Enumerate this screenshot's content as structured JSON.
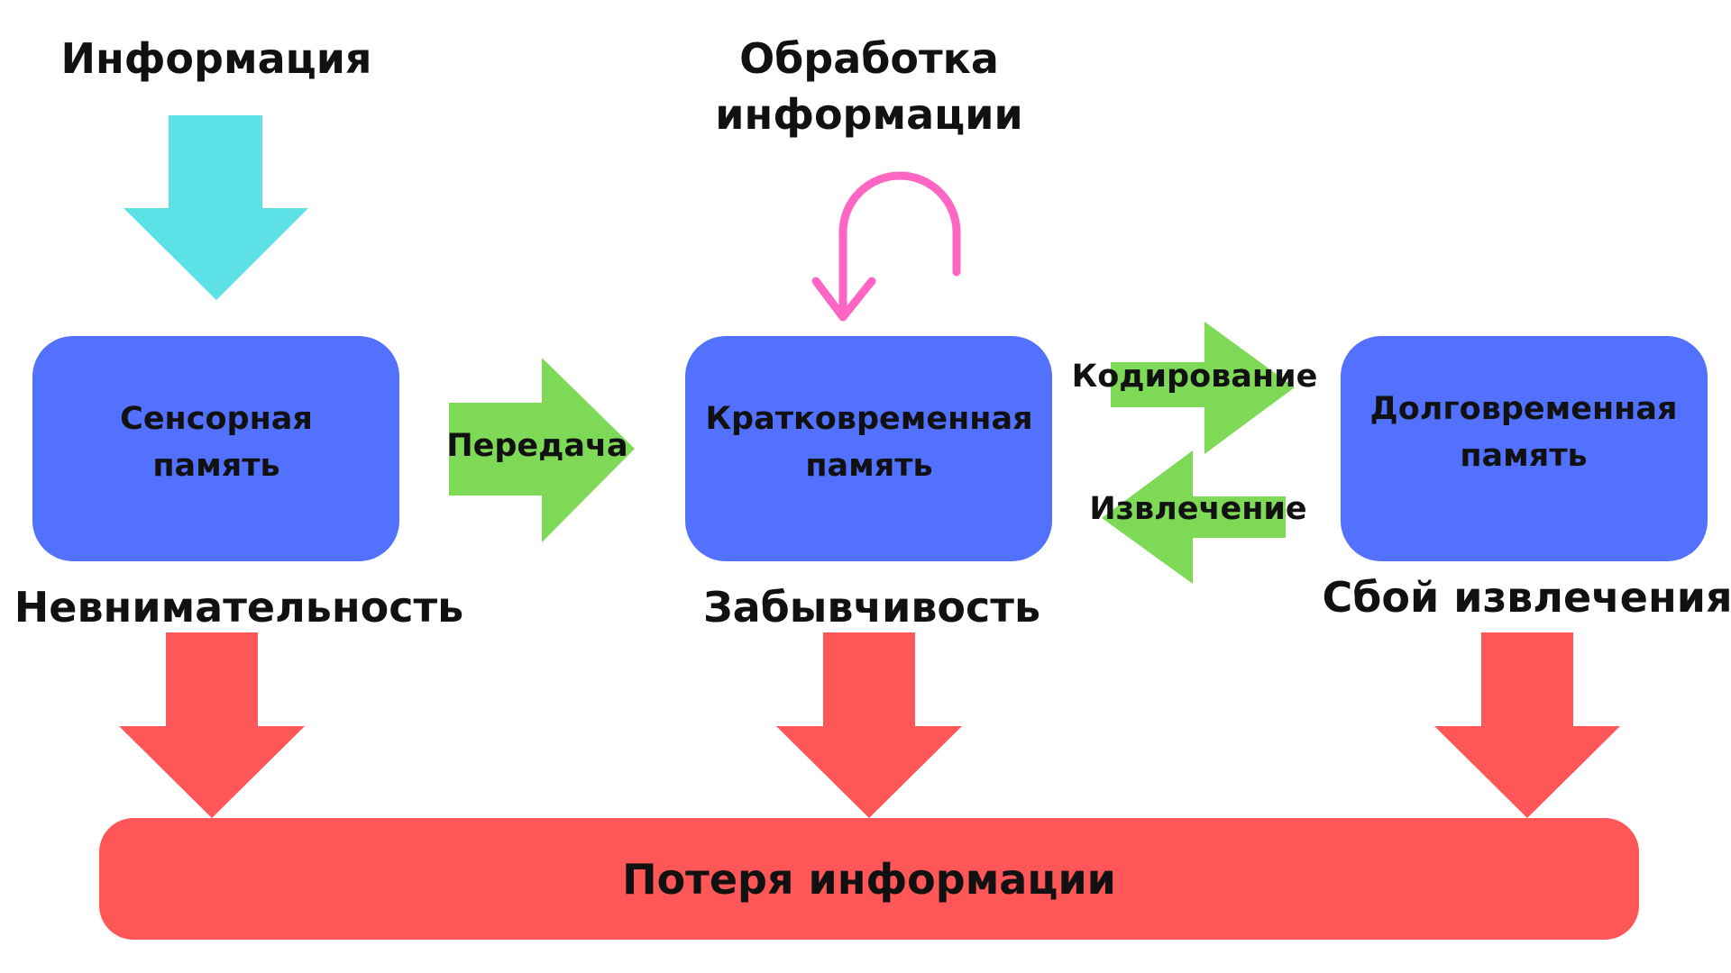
{
  "colors": {
    "box_blue": "#5271ff",
    "input_arrow_cyan": "#5ce1e6",
    "flow_arrow_green": "#7ed957",
    "loss_red": "#ff5757",
    "loop_pink": "#ff66c4",
    "text": "#111111"
  },
  "labels": {
    "input": "Информация",
    "processing_line1": "Обработка",
    "processing_line2": "информации",
    "transfer": "Передача",
    "encoding": "Кодирование",
    "retrieval": "Извлечение",
    "inattention": "Невнимательность",
    "forgetting": "Забывчивость",
    "retrieval_failure": "Сбой извлечения",
    "information_loss": "Потеря информации"
  },
  "boxes": {
    "sensory": {
      "line1": "Сенсорная",
      "line2": "память"
    },
    "short_term": {
      "line1": "Кратковременная",
      "line2": "память"
    },
    "long_term": {
      "line1": "Долговременная",
      "line2": "память"
    }
  },
  "icons": {
    "input": "arrow-down-icon",
    "transfer": "arrow-right-icon",
    "encoding": "arrow-right-icon",
    "retrieval": "arrow-left-icon",
    "processing_loop": "loop-arrow-icon",
    "loss": "arrow-down-icon"
  }
}
